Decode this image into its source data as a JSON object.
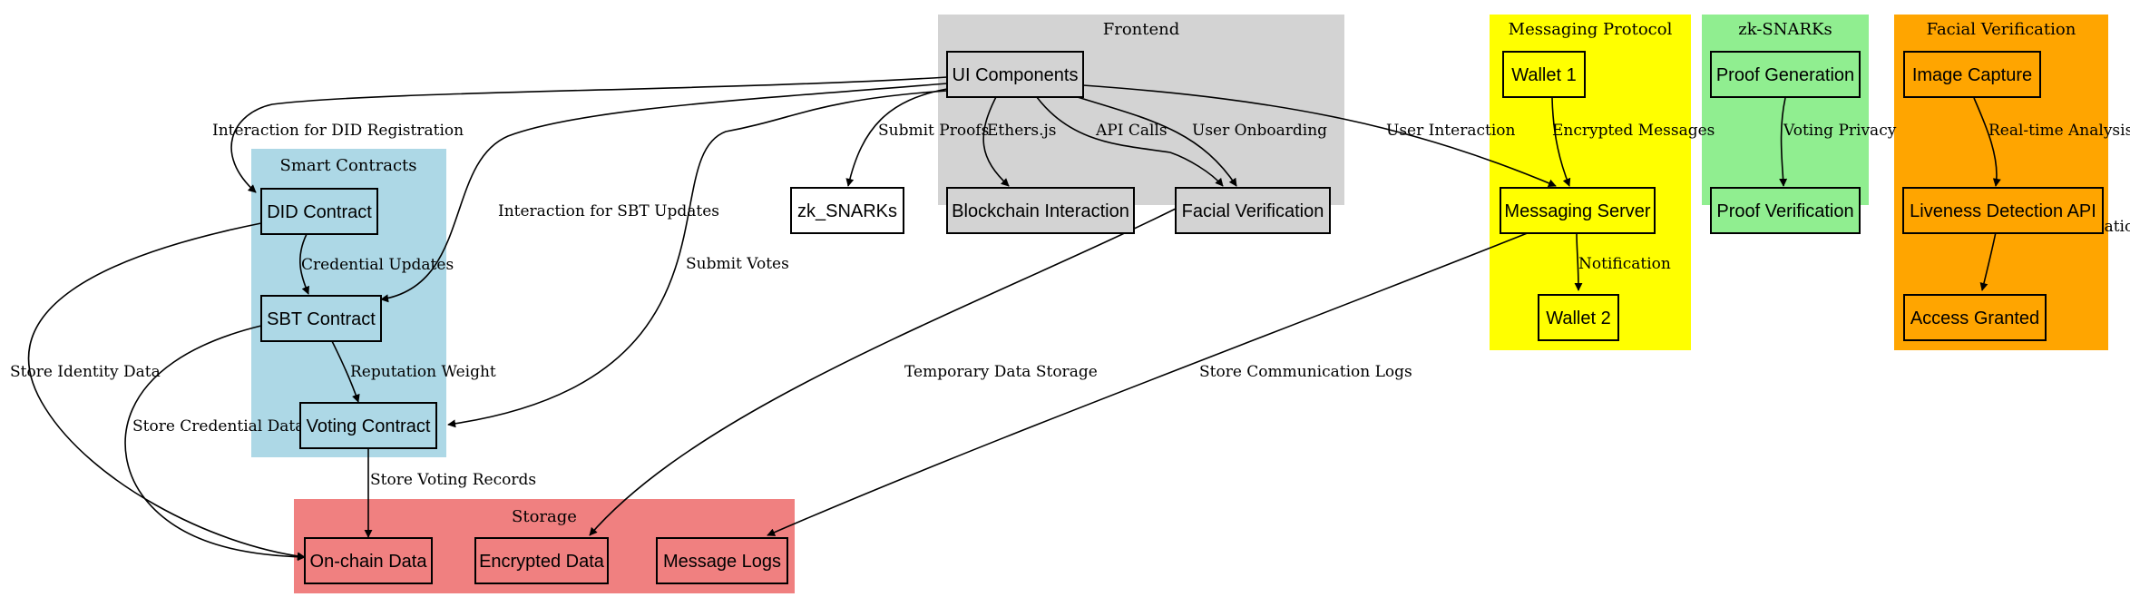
{
  "clusters": {
    "frontend": {
      "title": "Frontend",
      "color": "#d3d3d3"
    },
    "messaging": {
      "title": "Messaging Protocol",
      "color": "#ffff00"
    },
    "zk": {
      "title": "zk-SNARKs",
      "color": "#90ee90"
    },
    "facial": {
      "title": "Facial Verification",
      "color": "#ffa500"
    },
    "smart": {
      "title": "Smart Contracts",
      "color": "#add8e6"
    },
    "storage": {
      "title": "Storage",
      "color": "#f08080"
    }
  },
  "nodes": {
    "ui": "UI Components",
    "zk_snarks": "zk_SNARKs",
    "blockchain": "Blockchain Interaction",
    "facial_ver": "Facial Verification",
    "wallet1": "Wallet 1",
    "msg_server": "Messaging Server",
    "wallet2": "Wallet 2",
    "proof_gen": "Proof Generation",
    "proof_ver": "Proof Verification",
    "image_capture": "Image Capture",
    "liveness": "Liveness Detection API",
    "access": "Access Granted",
    "did": "DID Contract",
    "sbt": "SBT Contract",
    "voting": "Voting Contract",
    "onchain": "On-chain Data",
    "encrypted": "Encrypted Data",
    "msglogs": "Message Logs"
  },
  "edges": {
    "did_reg": "Interaction for DID Registration",
    "sbt_updates": "Interaction for SBT Updates",
    "submit_votes": "Submit Votes",
    "submit_proofs": "Submit Proofs",
    "ethers": "Ethers.js",
    "api_calls": "API Calls",
    "user_onboarding": "User Onboarding",
    "user_interaction": "User Interaction",
    "encrypted_messages": "Encrypted Messages",
    "notification": "Notification",
    "voting_privacy": "Voting Privacy",
    "realtime": "Real-time Analysis",
    "human_ver": "Human Verification",
    "credential_updates": "Credential Updates",
    "reputation": "Reputation Weight",
    "store_identity": "Store Identity Data",
    "store_credential": "Store Credential Data",
    "store_voting": "Store Voting Records",
    "temp_storage": "Temporary Data Storage",
    "store_comm": "Store Communication Logs"
  }
}
